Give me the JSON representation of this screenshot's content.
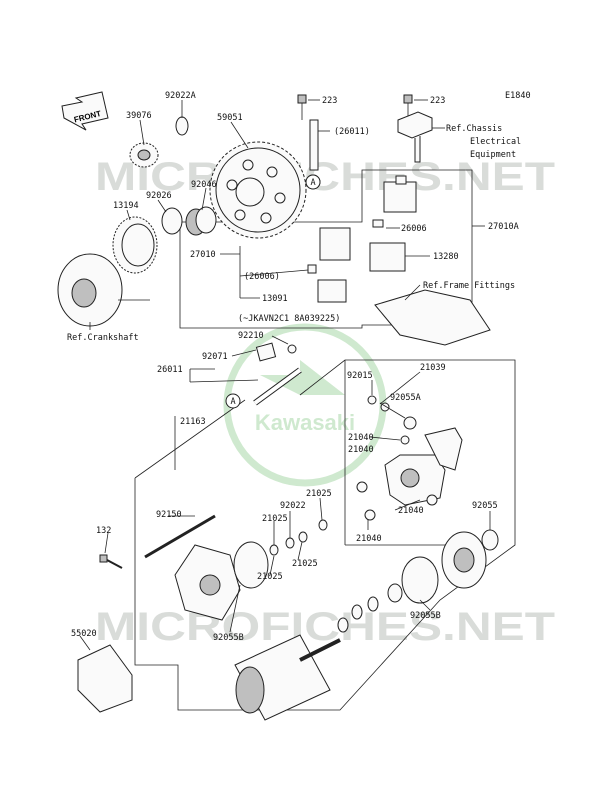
{
  "diagram_code": "E1840",
  "front_label": "FRONT",
  "watermarks": {
    "top": "MICROFICHES.NET",
    "bottom": "MICROFICHES.NET",
    "logo": "Kawasaki"
  },
  "parts": {
    "p92022A": "92022A",
    "p39076": "39076",
    "p59051": "59051",
    "p223a": "223",
    "p223b": "223",
    "p26011a": "(26011)",
    "p92026": "92026",
    "p92046": "92046",
    "p13194": "13194",
    "p26006a": "26006",
    "p27010A": "27010A",
    "p13280": "13280",
    "p27010": "27010",
    "p26006b": "(26006)",
    "p13091": "13091",
    "serial_note": "(~JKAVN2C1 8A039225)",
    "p92210": "92210",
    "p26011b": "26011",
    "p92071": "92071",
    "p92015": "92015",
    "p21039": "21039",
    "p92055A": "92055A",
    "p21163": "21163",
    "p21040a": "21040",
    "p21040b": "21040",
    "p21040c": "21040",
    "p21040d": "21040",
    "p21025a": "21025",
    "p92022": "92022",
    "p21025b": "21025",
    "p21025c": "21025",
    "p21025d": "21025",
    "p92150": "92150",
    "p132": "132",
    "p92055": "92055",
    "p92055Ba": "92055B",
    "p92055Bb": "92055B",
    "p55020": "55020",
    "circleA1": "A",
    "circleA2": "A"
  },
  "references": {
    "ref_chassis_1": "Ref.Chassis",
    "ref_chassis_2": "Electrical",
    "ref_chassis_3": "Equipment",
    "ref_frame": "Ref.Frame Fittings",
    "ref_crankshaft": "Ref.Crankshaft"
  }
}
